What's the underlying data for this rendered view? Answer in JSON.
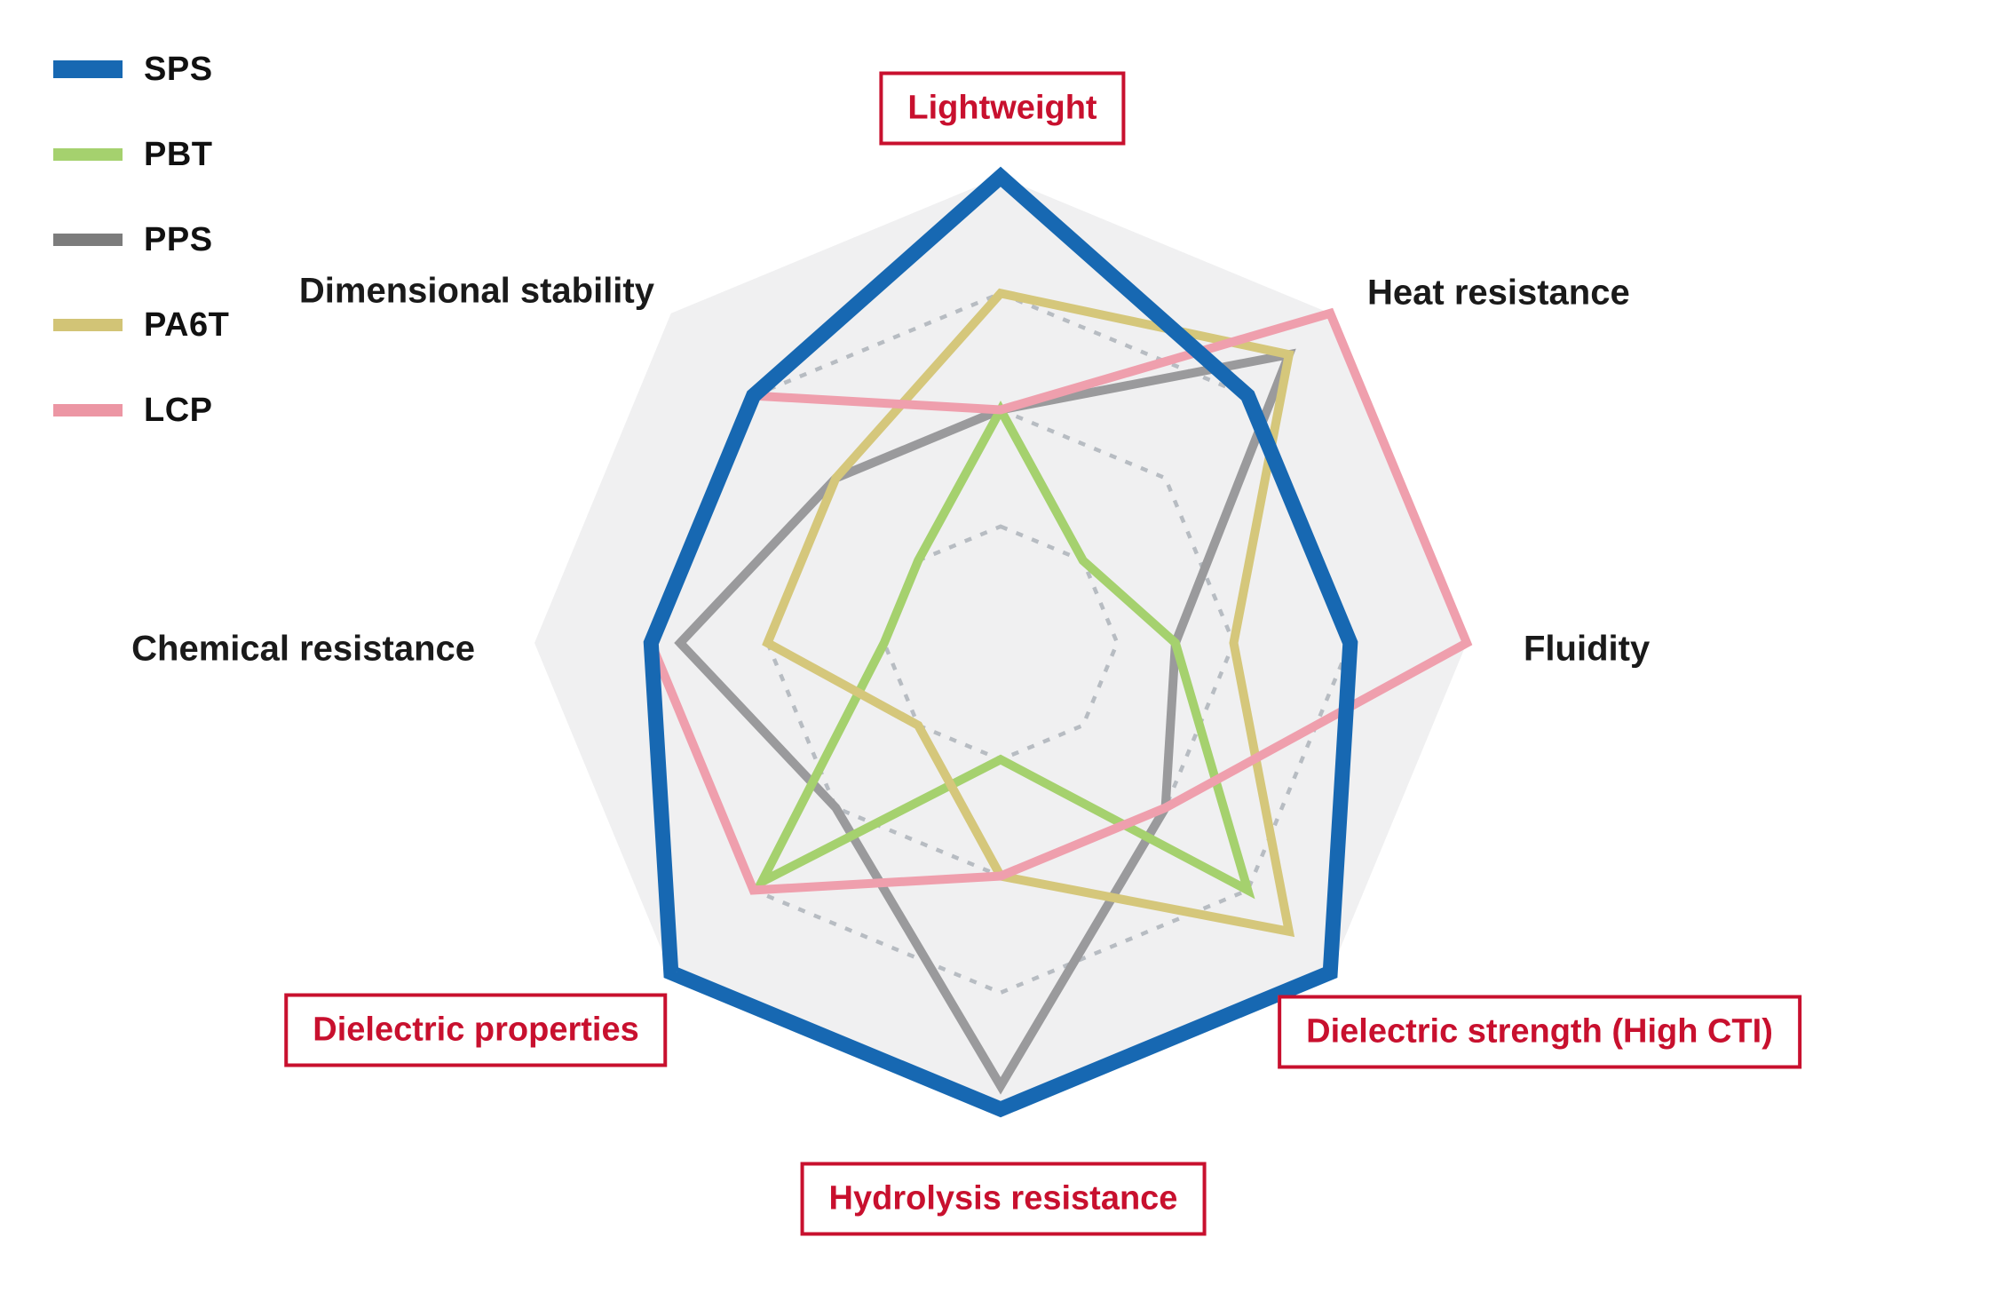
{
  "colors": {
    "accent_red": "#c8102e",
    "plot_background": "#f0f0f1",
    "gridline": "#b7bcc2",
    "page_background": "#ffffff"
  },
  "legend": {
    "items": [
      "SPS",
      "PBT",
      "PPS",
      "PA6T",
      "LCP"
    ]
  },
  "chart_data": {
    "type": "radar",
    "title": "",
    "scale": {
      "min": 1,
      "max": 5,
      "gridlines": [
        2,
        3,
        4
      ],
      "grid_style": "dotted",
      "outer_fill_level": 5
    },
    "axes": [
      {
        "label": "Lightweight",
        "emphasized": true
      },
      {
        "label": "Heat resistance",
        "emphasized": false
      },
      {
        "label": "Fluidity",
        "emphasized": false
      },
      {
        "label": "Dielectric strength (High CTI)",
        "emphasized": true
      },
      {
        "label": "Hydrolysis resistance",
        "emphasized": true
      },
      {
        "label": "Dielectric properties",
        "emphasized": true
      },
      {
        "label": "Chemical resistance",
        "emphasized": false
      },
      {
        "label": "Dimensional stability",
        "emphasized": false
      }
    ],
    "series": [
      {
        "name": "SPS",
        "color": "#1768b2",
        "legend_color": "#1768b2",
        "stroke_width": 17,
        "values": [
          5,
          4,
          4,
          5,
          5,
          5,
          4,
          4
        ]
      },
      {
        "name": "PBT",
        "color": "#a5d16e",
        "legend_color": "#a5d16e",
        "stroke_width": 10,
        "values": [
          3,
          2,
          2.5,
          4,
          2,
          3.9,
          2,
          2
        ]
      },
      {
        "name": "PPS",
        "color": "#9a9a9c",
        "legend_color": "#7c7c7c",
        "stroke_width": 10,
        "values": [
          3,
          4.5,
          2.5,
          3,
          4.8,
          3,
          3.75,
          3
        ]
      },
      {
        "name": "PA6T",
        "color": "#d5c77b",
        "legend_color": "#d2c476",
        "stroke_width": 10,
        "values": [
          4,
          4.5,
          3,
          4.5,
          3,
          2,
          3,
          3
        ]
      },
      {
        "name": "LCP",
        "color": "#ef9fad",
        "legend_color": "#ec96a4",
        "stroke_width": 10,
        "values": [
          3,
          5,
          5,
          3,
          3,
          4,
          4,
          4
        ]
      }
    ],
    "draw_order": [
      "PPS",
      "PBT",
      "PA6T",
      "LCP",
      "SPS"
    ],
    "legend_position": "top-left",
    "spokes": false
  }
}
